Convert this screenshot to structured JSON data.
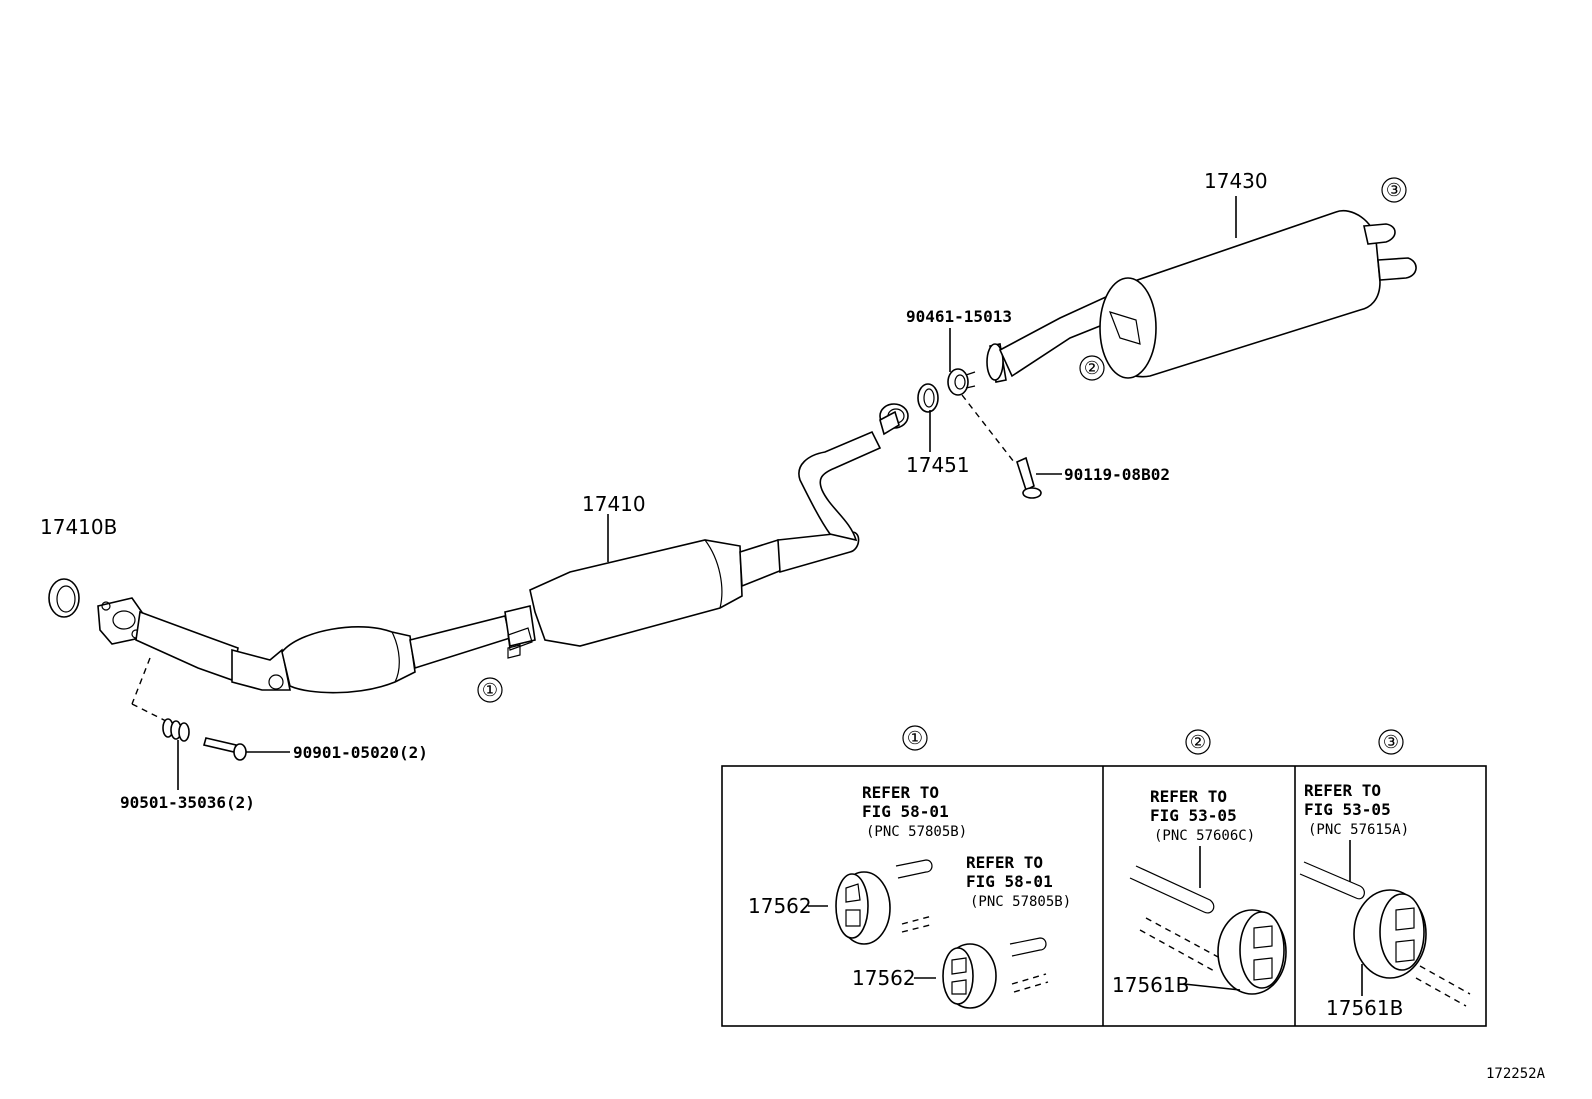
{
  "labels": {
    "p17410B": "17410B",
    "p17410": "17410",
    "p17430": "17430",
    "p17451": "17451",
    "p90461": "90461-15013",
    "p90119": "90119-08B02",
    "p90901": "90901-05020(2)",
    "p90501": "90501-35036(2)",
    "p17562a": "17562",
    "p17562b": "17562",
    "p17561Ba": "17561B",
    "p17561Bb": "17561B",
    "figure_code": "172252A"
  },
  "callouts": {
    "c1": "①",
    "c2": "②",
    "c3": "③"
  },
  "panels": [
    {
      "callout": "①",
      "refs": [
        {
          "line1": "REFER TO",
          "line2": "FIG 58-01",
          "line3": "(PNC 57805B)"
        },
        {
          "line1": "REFER TO",
          "line2": "FIG 58-01",
          "line3": "(PNC 57805B)"
        }
      ]
    },
    {
      "callout": "②",
      "refs": [
        {
          "line1": "REFER TO",
          "line2": "FIG 53-05",
          "line3": "(PNC 57606C)"
        }
      ]
    },
    {
      "callout": "③",
      "refs": [
        {
          "line1": "REFER TO",
          "line2": "FIG 53-05",
          "line3": "(PNC 57615A)"
        }
      ]
    }
  ]
}
